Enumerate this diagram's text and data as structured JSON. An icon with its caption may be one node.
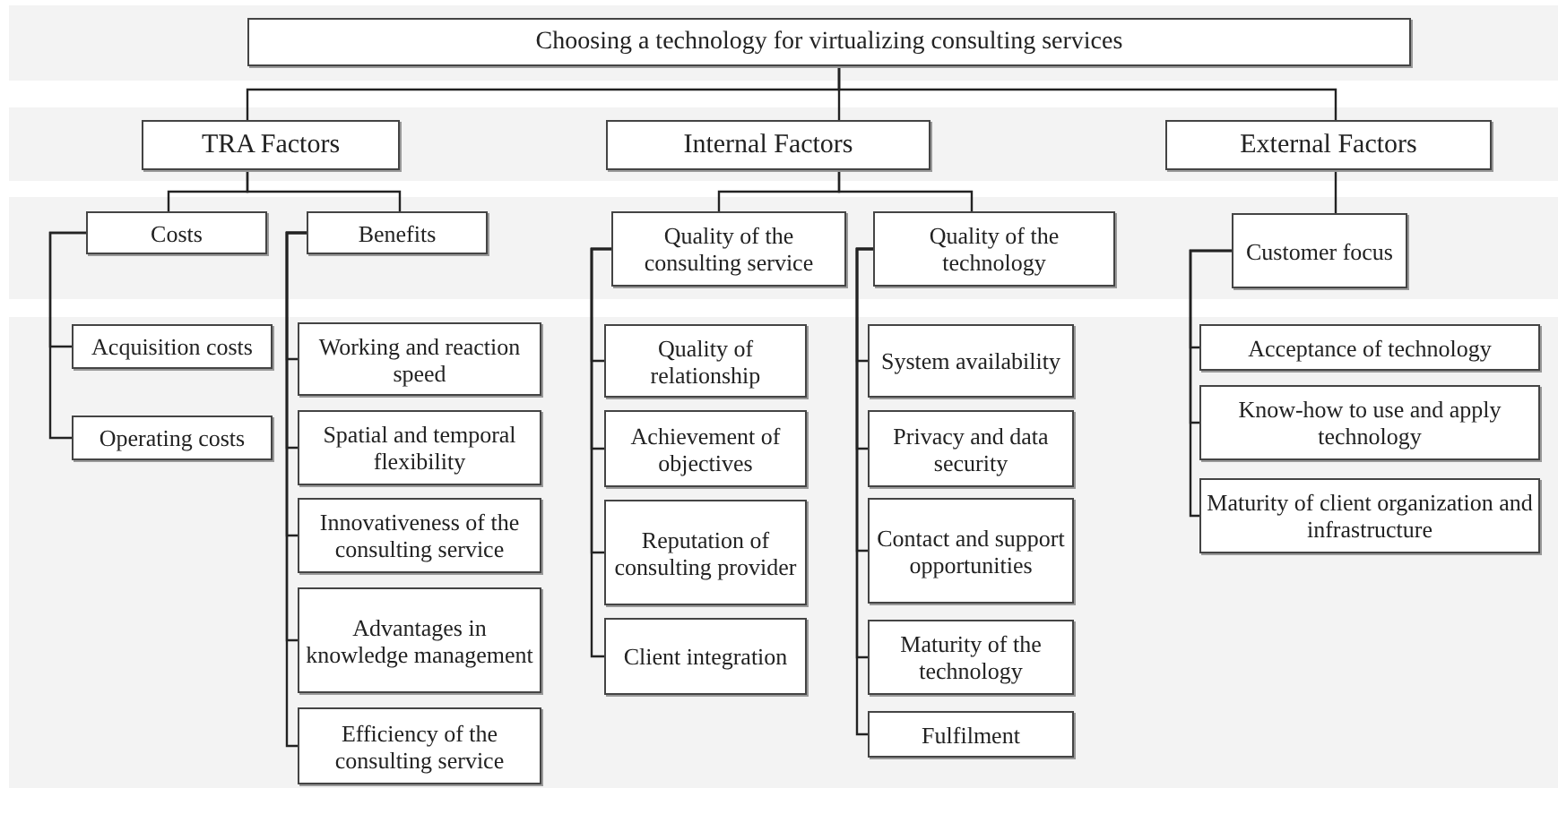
{
  "diagram": {
    "nodes": [
      {
        "text": [
          "Choosing a technology for virtualizing consulting services"
        ]
      },
      {
        "text": [
          "TRA Factors"
        ]
      },
      {
        "text": [
          "Internal Factors"
        ]
      },
      {
        "text": [
          "External Factors"
        ]
      },
      {
        "text": [
          "Costs"
        ]
      },
      {
        "text": [
          "Benefits"
        ]
      },
      {
        "text": [
          "Quality of the consulting service"
        ]
      },
      {
        "text": [
          "Quality of the technology"
        ]
      },
      {
        "text": [
          "Customer focus"
        ]
      },
      {
        "text": [
          "Acquisition costs"
        ]
      },
      {
        "text": [
          "Operating costs"
        ]
      },
      {
        "text": [
          "Working and reaction speed"
        ]
      },
      {
        "text": [
          "Spatial and temporal flexibility"
        ]
      },
      {
        "text": [
          "Innovativeness of the consulting service"
        ]
      },
      {
        "text": [
          "Advantages in knowledge management"
        ]
      },
      {
        "text": [
          "Efficiency of the consulting service"
        ]
      },
      {
        "text": [
          "Quality of relationship"
        ]
      },
      {
        "text": [
          "Achievement of objectives"
        ]
      },
      {
        "text": [
          "Reputation of consulting provider"
        ]
      },
      {
        "text": [
          "Client integration"
        ]
      },
      {
        "text": [
          "System availability"
        ]
      },
      {
        "text": [
          "Privacy and data security"
        ]
      },
      {
        "text": [
          "Contact and support opportunities"
        ]
      },
      {
        "text": [
          "Maturity of the technology"
        ]
      },
      {
        "text": [
          "Fulfilment"
        ]
      },
      {
        "text": [
          "Acceptance of technology"
        ]
      },
      {
        "text": [
          "Know-how to use and apply technology"
        ]
      },
      {
        "text": [
          "Maturity of client organization and infrastructure"
        ]
      }
    ],
    "edges": [
      {
        "from": 0,
        "to": 1,
        "arrow": "none"
      },
      {
        "from": 0,
        "to": 2,
        "arrow": "none"
      },
      {
        "from": 0,
        "to": 3,
        "arrow": "none"
      },
      {
        "from": 1,
        "to": 4,
        "arrow": "none"
      },
      {
        "from": 1,
        "to": 5,
        "arrow": "none"
      },
      {
        "from": 2,
        "to": 6,
        "arrow": "none"
      },
      {
        "from": 2,
        "to": 7,
        "arrow": "none"
      },
      {
        "from": 3,
        "to": 8,
        "arrow": "none"
      },
      {
        "from": 4,
        "to": 9,
        "arrow": "none"
      },
      {
        "from": 4,
        "to": 10,
        "arrow": "none"
      },
      {
        "from": 5,
        "to": 11,
        "arrow": "none"
      },
      {
        "from": 5,
        "to": 12,
        "arrow": "none"
      },
      {
        "from": 5,
        "to": 13,
        "arrow": "none"
      },
      {
        "from": 5,
        "to": 14,
        "arrow": "none"
      },
      {
        "from": 5,
        "to": 15,
        "arrow": "none"
      },
      {
        "from": 6,
        "to": 16,
        "arrow": "none"
      },
      {
        "from": 6,
        "to": 17,
        "arrow": "none"
      },
      {
        "from": 6,
        "to": 18,
        "arrow": "none"
      },
      {
        "from": 6,
        "to": 19,
        "arrow": "none"
      },
      {
        "from": 7,
        "to": 20,
        "arrow": "none"
      },
      {
        "from": 7,
        "to": 21,
        "arrow": "none"
      },
      {
        "from": 7,
        "to": 22,
        "arrow": "none"
      },
      {
        "from": 7,
        "to": 23,
        "arrow": "none"
      },
      {
        "from": 7,
        "to": 24,
        "arrow": "none"
      },
      {
        "from": 8,
        "to": 25,
        "arrow": "none"
      },
      {
        "from": 8,
        "to": 26,
        "arrow": "none"
      },
      {
        "from": 8,
        "to": 27,
        "arrow": "none"
      }
    ]
  }
}
